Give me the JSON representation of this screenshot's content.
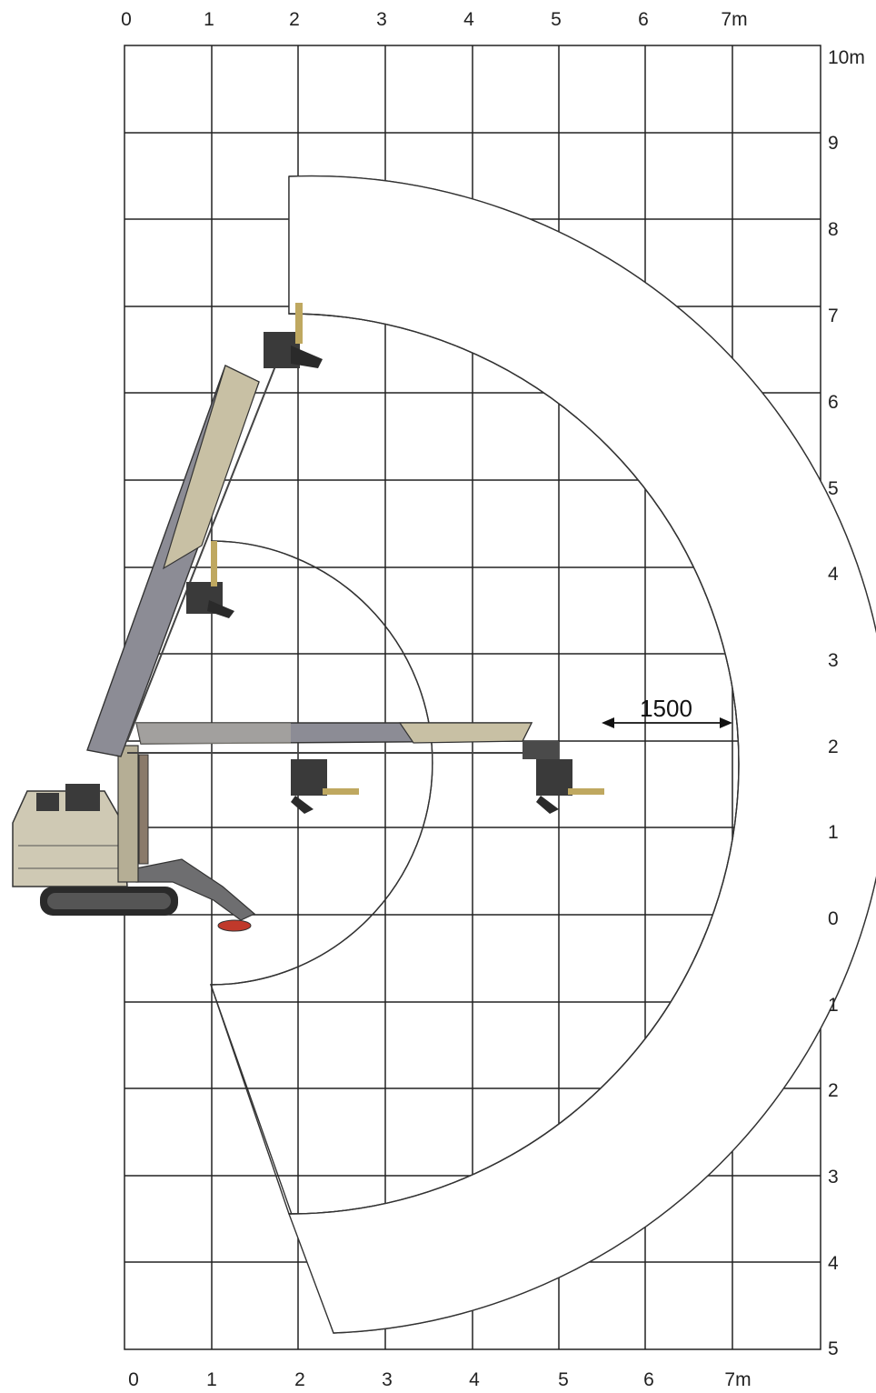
{
  "diagram": {
    "x_axis": {
      "top_labels": [
        "0",
        "1",
        "2",
        "3",
        "4",
        "5",
        "6",
        "7m"
      ],
      "bottom_labels": [
        "0",
        "1",
        "2",
        "3",
        "4",
        "5",
        "6",
        "7m"
      ]
    },
    "y_axis": {
      "labels": [
        "10m",
        "9",
        "8",
        "7",
        "6",
        "5",
        "4",
        "3",
        "2",
        "1",
        "0",
        "1",
        "2",
        "3",
        "4",
        "5"
      ]
    },
    "dimension": {
      "label": "1500"
    },
    "colors": {
      "grid": "#222222",
      "boom_gray": "#8c8c95",
      "boom_beige": "#c8c0a4",
      "machine_body": "#cfc9b4",
      "track": "#2a2a2a",
      "outrigger_pad": "#c0392b"
    }
  }
}
